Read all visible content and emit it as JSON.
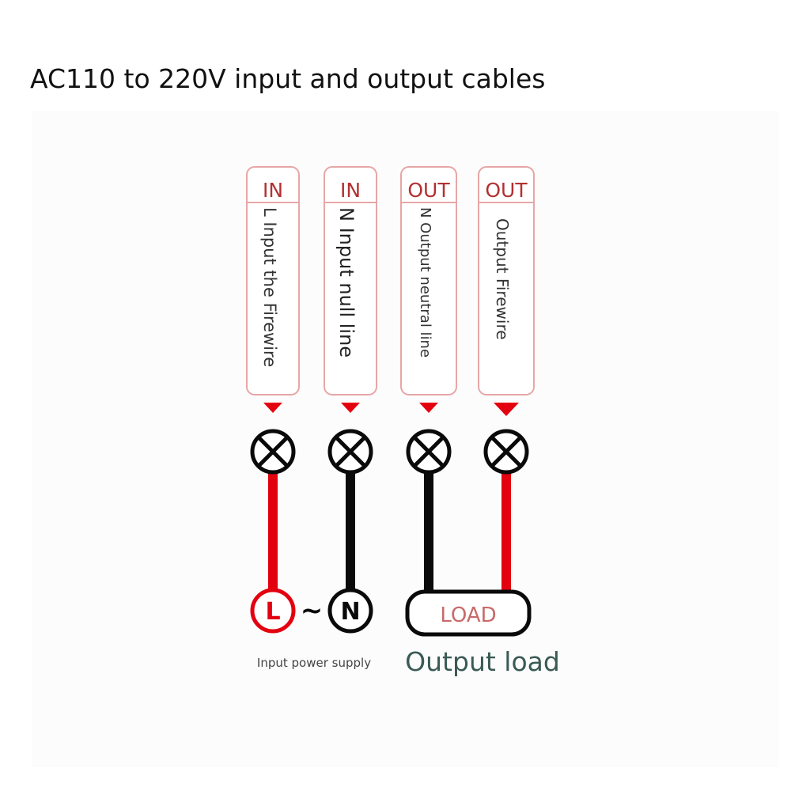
{
  "title": "AC110 to 220V input and output cables",
  "terminals": [
    {
      "tag": "IN",
      "label": "L Input the Firewire",
      "wire_color": "#e3000f"
    },
    {
      "tag": "IN",
      "label": "N Input null line",
      "wire_color": "#0a0a0a"
    },
    {
      "tag": "OUT",
      "label": "N Output neutral line",
      "wire_color": "#0a0a0a"
    },
    {
      "tag": "OUT",
      "label": "Output Firewire",
      "wire_color": "#e3000f"
    }
  ],
  "symbols": {
    "live": "L",
    "tilde": "~",
    "neutral": "N",
    "load": "LOAD"
  },
  "captions": {
    "input": "Input power supply",
    "output": "Output load"
  },
  "colors": {
    "red": "#e3000f",
    "black": "#0a0a0a",
    "load_text": "#c86a6a",
    "output_caption": "#3a5a55",
    "tag_text": "#b33030",
    "label_text": "#333333"
  }
}
